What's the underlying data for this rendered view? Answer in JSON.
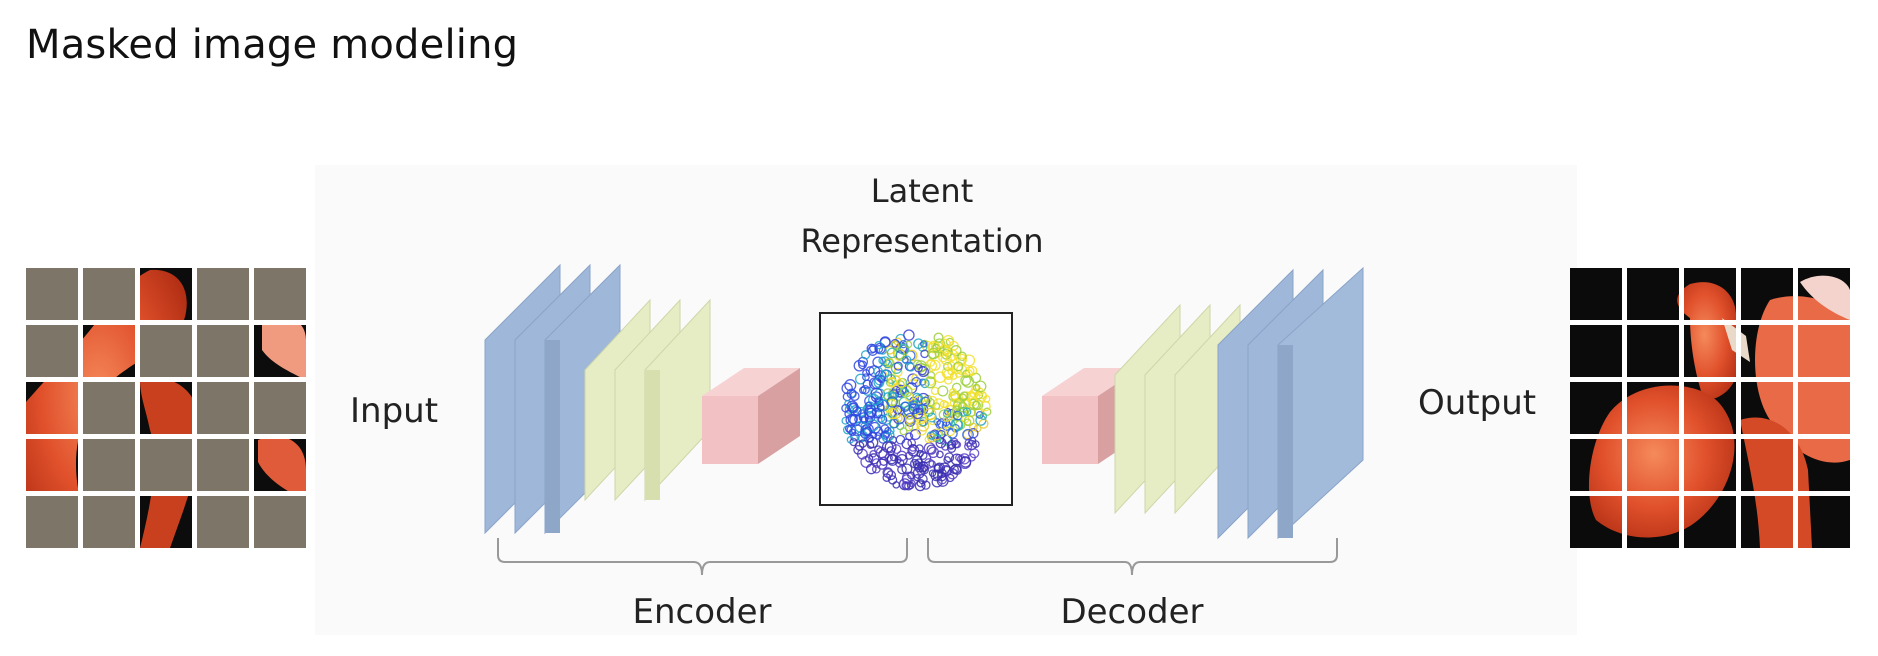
{
  "title": "Masked image modeling",
  "labels": {
    "input": "Input",
    "output": "Output",
    "latent_line1": "Latent",
    "latent_line2": "Representation",
    "encoder": "Encoder",
    "decoder": "Decoder"
  },
  "colors": {
    "mask_gray": "#7d7668",
    "encoder_blue": "#9fb7d8",
    "encoder_yellow": "#e6ecc4",
    "bottleneck_pink": "#f2c1c3",
    "brace": "#999999",
    "panel_bg": "#fafafa",
    "image_dark": "#0c0c0c",
    "flamingo_orange": "#e0502b"
  },
  "input_mask": [
    [
      1,
      1,
      0,
      1,
      1
    ],
    [
      1,
      0,
      1,
      1,
      0
    ],
    [
      0,
      1,
      0,
      1,
      1
    ],
    [
      0,
      1,
      1,
      1,
      0
    ],
    [
      1,
      1,
      0,
      1,
      1
    ]
  ]
}
